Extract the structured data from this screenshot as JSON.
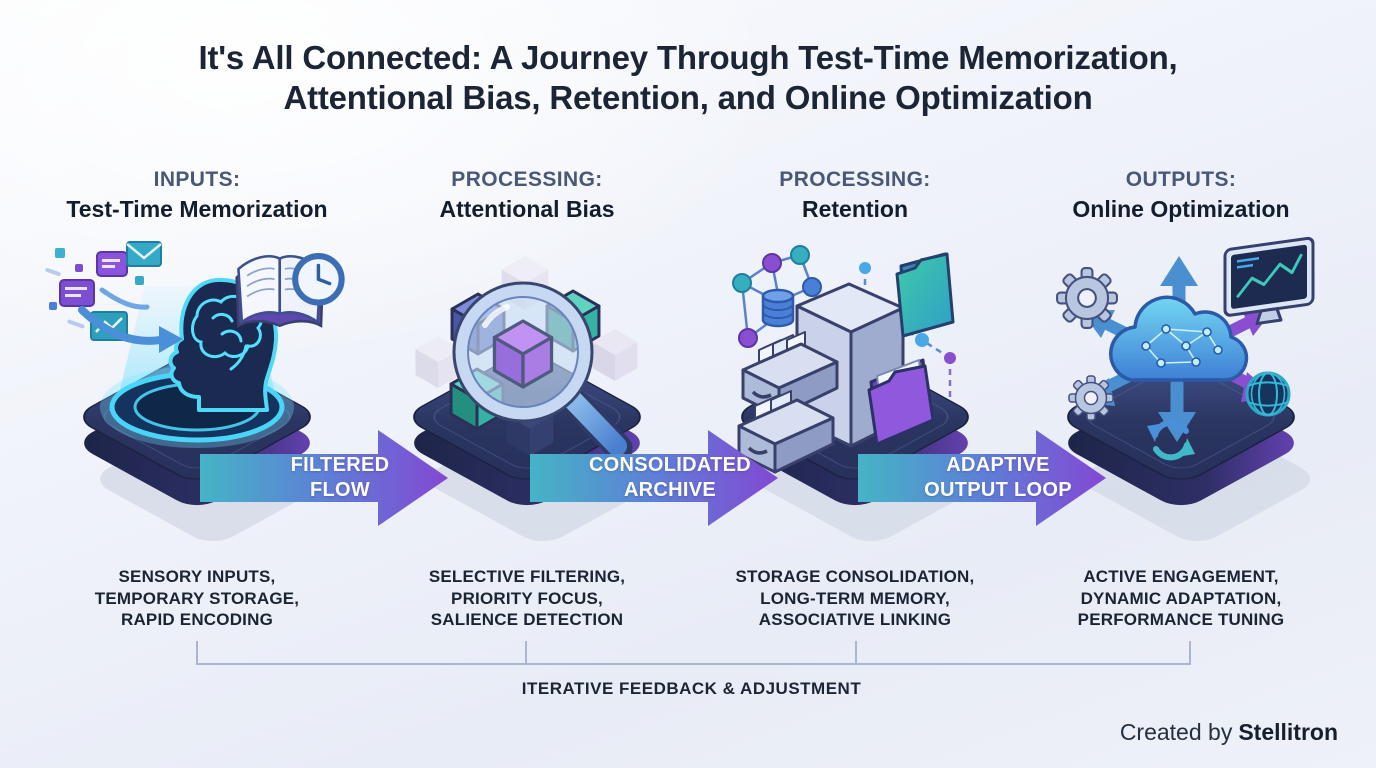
{
  "title": {
    "line1": "It's All Connected: A Journey Through Test-Time Memorization,",
    "line2": "Attentional Bias, Retention, and Online Optimization"
  },
  "stages": [
    {
      "kind": "INPUTS:",
      "name": "Test-Time Memorization",
      "desc": [
        "SENSORY INPUTS,",
        "TEMPORARY STORAGE,",
        "RAPID ENCODING"
      ],
      "illustration": "brain-hologram-platform"
    },
    {
      "kind": "PROCESSING:",
      "name": "Attentional Bias",
      "desc": [
        "SELECTIVE FILTERING,",
        "PRIORITY FOCUS,",
        "SALIENCE DETECTION"
      ],
      "illustration": "magnifier-over-cubes-platform"
    },
    {
      "kind": "PROCESSING:",
      "name": "Retention",
      "desc": [
        "STORAGE CONSOLIDATION,",
        "LONG-TERM MEMORY,",
        "ASSOCIATIVE LINKING"
      ],
      "illustration": "archive-cabinet-platform"
    },
    {
      "kind": "OUTPUTS:",
      "name": "Online Optimization",
      "desc": [
        "ACTIVE ENGAGEMENT,",
        "DYNAMIC ADAPTATION,",
        "PERFORMANCE TUNING"
      ],
      "illustration": "cloud-network-platform"
    }
  ],
  "arrows": [
    {
      "line1": "FILTERED",
      "line2": "FLOW"
    },
    {
      "line1": "CONSOLIDATED",
      "line2": "ARCHIVE"
    },
    {
      "line1": "ADAPTIVE",
      "line2": "OUTPUT LOOP"
    }
  ],
  "feedback": {
    "label": "ITERATIVE FEEDBACK & ADJUSTMENT"
  },
  "credit": {
    "prefix": "Created by",
    "brand": "Stellitron"
  },
  "colors": {
    "arrow_gradient_start": "#45B4C6",
    "arrow_gradient_end": "#8348D4",
    "platform_navy": "#2A3564",
    "platform_purple": "#6A43B8",
    "glow_cyan": "#4AD9FF",
    "heading_slate": "#4A5878",
    "text_dark": "#16202F",
    "bracket_line": "#A9B6CF"
  }
}
